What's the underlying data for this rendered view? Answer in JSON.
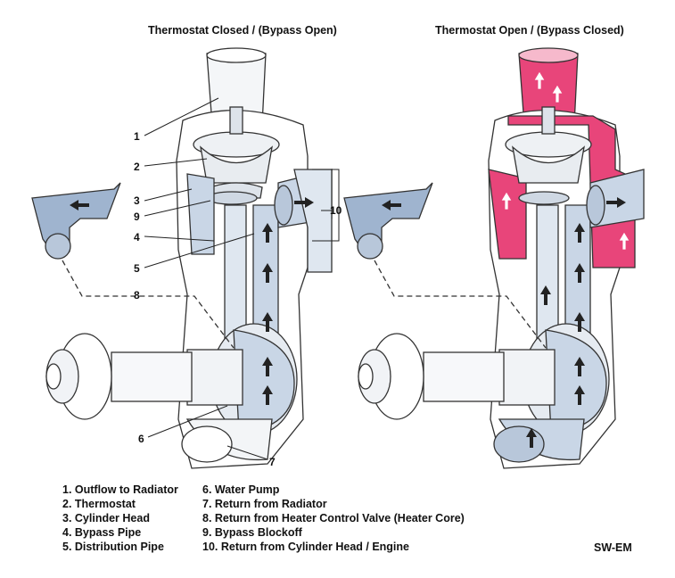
{
  "titles": {
    "left": "Thermostat Closed /  (Bypass Open)",
    "right": "Thermostat Open /  (Bypass Closed)"
  },
  "callouts": [
    "1",
    "2",
    "3",
    "9",
    "4",
    "5",
    "8",
    "10",
    "6",
    "7"
  ],
  "legend": {
    "column1": [
      "1.  Outflow to Radiator",
      "2.  Thermostat",
      "3.  Cylinder Head",
      "4.  Bypass Pipe",
      "5.  Distribution Pipe"
    ],
    "column2": [
      "6.  Water Pump",
      "7.  Return from Radiator",
      "8.  Return from Heater Control Valve (Heater Core)",
      "9.  Bypass Blockoff",
      "10.  Return from Cylinder Head / Engine"
    ]
  },
  "credit": "SW-EM",
  "colors": {
    "coolant_hot": "#e8457a",
    "coolant_cool": "#c9d6e6",
    "pipe_blue": "#9fb4cf",
    "outline": "#333333"
  }
}
